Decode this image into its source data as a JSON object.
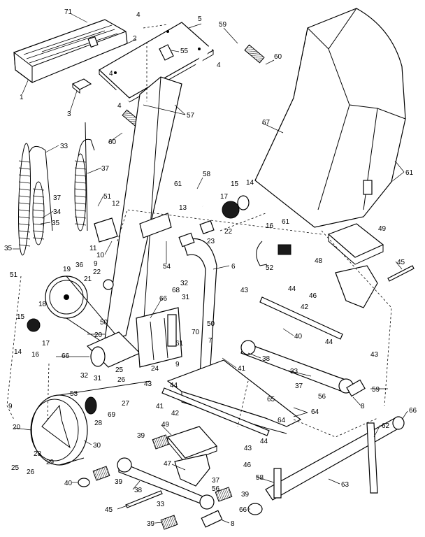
{
  "callouts": [
    {
      "id": "c71",
      "label": "71"
    },
    {
      "id": "c1",
      "label": "1"
    },
    {
      "id": "c4a",
      "label": "4"
    },
    {
      "id": "c5",
      "label": "5"
    },
    {
      "id": "c59a",
      "label": "59"
    },
    {
      "id": "c2",
      "label": "2"
    },
    {
      "id": "c55",
      "label": "55"
    },
    {
      "id": "c60a",
      "label": "60"
    },
    {
      "id": "c4b",
      "label": "4"
    },
    {
      "id": "c3",
      "label": "3"
    },
    {
      "id": "c4c",
      "label": "4"
    },
    {
      "id": "c4d",
      "label": "4"
    },
    {
      "id": "c57",
      "label": "57"
    },
    {
      "id": "c67",
      "label": "67"
    },
    {
      "id": "c33a",
      "label": "33"
    },
    {
      "id": "c60b",
      "label": "60"
    },
    {
      "id": "c37a",
      "label": "37"
    },
    {
      "id": "c58",
      "label": "58"
    },
    {
      "id": "c61a",
      "label": "61"
    },
    {
      "id": "c61b",
      "label": "61"
    },
    {
      "id": "c15a",
      "label": "15"
    },
    {
      "id": "c14a",
      "label": "14"
    },
    {
      "id": "c17a",
      "label": "17"
    },
    {
      "id": "c37b",
      "label": "37"
    },
    {
      "id": "c51a",
      "label": "51"
    },
    {
      "id": "c12",
      "label": "12"
    },
    {
      "id": "c34",
      "label": "34"
    },
    {
      "id": "c13",
      "label": "13"
    },
    {
      "id": "c61c",
      "label": "61"
    },
    {
      "id": "c35a",
      "label": "35"
    },
    {
      "id": "c22a",
      "label": "22"
    },
    {
      "id": "c16a",
      "label": "16"
    },
    {
      "id": "c49a",
      "label": "49"
    },
    {
      "id": "c23",
      "label": "23"
    },
    {
      "id": "c11",
      "label": "11"
    },
    {
      "id": "c10",
      "label": "10"
    },
    {
      "id": "c9a",
      "label": "9"
    },
    {
      "id": "c35b",
      "label": "35"
    },
    {
      "id": "c51b",
      "label": "51"
    },
    {
      "id": "c54",
      "label": "54"
    },
    {
      "id": "c52",
      "label": "52"
    },
    {
      "id": "c48",
      "label": "48"
    },
    {
      "id": "c19",
      "label": "19"
    },
    {
      "id": "c36",
      "label": "36"
    },
    {
      "id": "c22b",
      "label": "22"
    },
    {
      "id": "c21",
      "label": "21"
    },
    {
      "id": "c6",
      "label": "6"
    },
    {
      "id": "c45a",
      "label": "45"
    },
    {
      "id": "c32a",
      "label": "32"
    },
    {
      "id": "c43a",
      "label": "43"
    },
    {
      "id": "c44a",
      "label": "44"
    },
    {
      "id": "c46a",
      "label": "46"
    },
    {
      "id": "c68",
      "label": "68"
    },
    {
      "id": "c31a",
      "label": "31"
    },
    {
      "id": "c66a",
      "label": "66"
    },
    {
      "id": "c18",
      "label": "18"
    },
    {
      "id": "c42a",
      "label": "42"
    },
    {
      "id": "c15b",
      "label": "15"
    },
    {
      "id": "c50a",
      "label": "50"
    },
    {
      "id": "c50b",
      "label": "50"
    },
    {
      "id": "c70",
      "label": "70"
    },
    {
      "id": "c40a",
      "label": "40"
    },
    {
      "id": "c17b",
      "label": "17"
    },
    {
      "id": "c20a",
      "label": "20"
    },
    {
      "id": "c61d",
      "label": "61"
    },
    {
      "id": "c7",
      "label": "7"
    },
    {
      "id": "c44b",
      "label": "44"
    },
    {
      "id": "c43b",
      "label": "43"
    },
    {
      "id": "c14b",
      "label": "14"
    },
    {
      "id": "c16b",
      "label": "16"
    },
    {
      "id": "c66b",
      "label": "66"
    },
    {
      "id": "c38a",
      "label": "38"
    },
    {
      "id": "c9b",
      "label": "9"
    },
    {
      "id": "c41a",
      "label": "41"
    },
    {
      "id": "c32b",
      "label": "32"
    },
    {
      "id": "c31b",
      "label": "31"
    },
    {
      "id": "c25a",
      "label": "25"
    },
    {
      "id": "c24",
      "label": "24"
    },
    {
      "id": "c33b",
      "label": "33"
    },
    {
      "id": "c26a",
      "label": "26"
    },
    {
      "id": "c43c",
      "label": "43"
    },
    {
      "id": "c44c",
      "label": "44"
    },
    {
      "id": "c37c",
      "label": "37"
    },
    {
      "id": "c56a",
      "label": "56"
    },
    {
      "id": "c53",
      "label": "53"
    },
    {
      "id": "c27",
      "label": "27"
    },
    {
      "id": "c59b",
      "label": "59"
    },
    {
      "id": "c9c",
      "label": "9"
    },
    {
      "id": "c65",
      "label": "65"
    },
    {
      "id": "c69",
      "label": "69"
    },
    {
      "id": "c41b",
      "label": "41"
    },
    {
      "id": "c8a",
      "label": "8"
    },
    {
      "id": "c64a",
      "label": "64"
    },
    {
      "id": "c64b",
      "label": "64"
    },
    {
      "id": "c66c",
      "label": "66"
    },
    {
      "id": "c20b",
      "label": "20"
    },
    {
      "id": "c28a",
      "label": "28"
    },
    {
      "id": "c42b",
      "label": "42"
    },
    {
      "id": "c49b",
      "label": "49"
    },
    {
      "id": "c62",
      "label": "62"
    },
    {
      "id": "c39a",
      "label": "39"
    },
    {
      "id": "c43d",
      "label": "43"
    },
    {
      "id": "c44d",
      "label": "44"
    },
    {
      "id": "c30",
      "label": "30"
    },
    {
      "id": "c47",
      "label": "47"
    },
    {
      "id": "c46b",
      "label": "46"
    },
    {
      "id": "c28b",
      "label": "28"
    },
    {
      "id": "c29",
      "label": "29"
    },
    {
      "id": "c26b",
      "label": "26"
    },
    {
      "id": "c25b",
      "label": "25"
    },
    {
      "id": "c58b",
      "label": "58"
    },
    {
      "id": "c40b",
      "label": "40"
    },
    {
      "id": "c39b",
      "label": "39"
    },
    {
      "id": "c37d",
      "label": "37"
    },
    {
      "id": "c56b",
      "label": "56"
    },
    {
      "id": "c63",
      "label": "63"
    },
    {
      "id": "c38b",
      "label": "38"
    },
    {
      "id": "c45b",
      "label": "45"
    },
    {
      "id": "c33c",
      "label": "33"
    },
    {
      "id": "c39c",
      "label": "39"
    },
    {
      "id": "c66d",
      "label": "66"
    },
    {
      "id": "c39d",
      "label": "39"
    },
    {
      "id": "c8b",
      "label": "8"
    }
  ]
}
